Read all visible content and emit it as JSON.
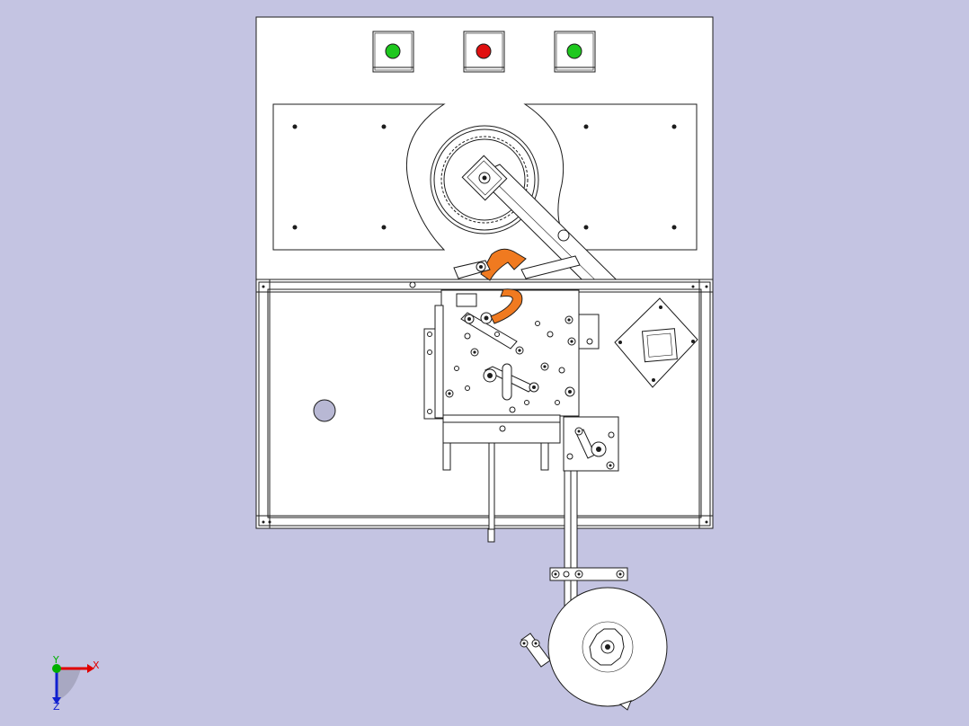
{
  "axis_triad": {
    "x_label": "X",
    "y_label": "Y",
    "z_label": "Z",
    "x_color": "#e00000",
    "y_color": "#00b000",
    "z_color": "#1020d0"
  },
  "indicator_lamps": [
    {
      "name": "green",
      "color": "#1ec81e"
    },
    {
      "name": "red",
      "color": "#e01010"
    },
    {
      "name": "green",
      "color": "#1ec81e"
    }
  ],
  "colors": {
    "viewport_background": "#c4c4e2",
    "part_fill": "#ffffff",
    "edge": "#1c1c1c",
    "accent_part": "#f07a20",
    "boss_fill": "#b8b8d4"
  }
}
